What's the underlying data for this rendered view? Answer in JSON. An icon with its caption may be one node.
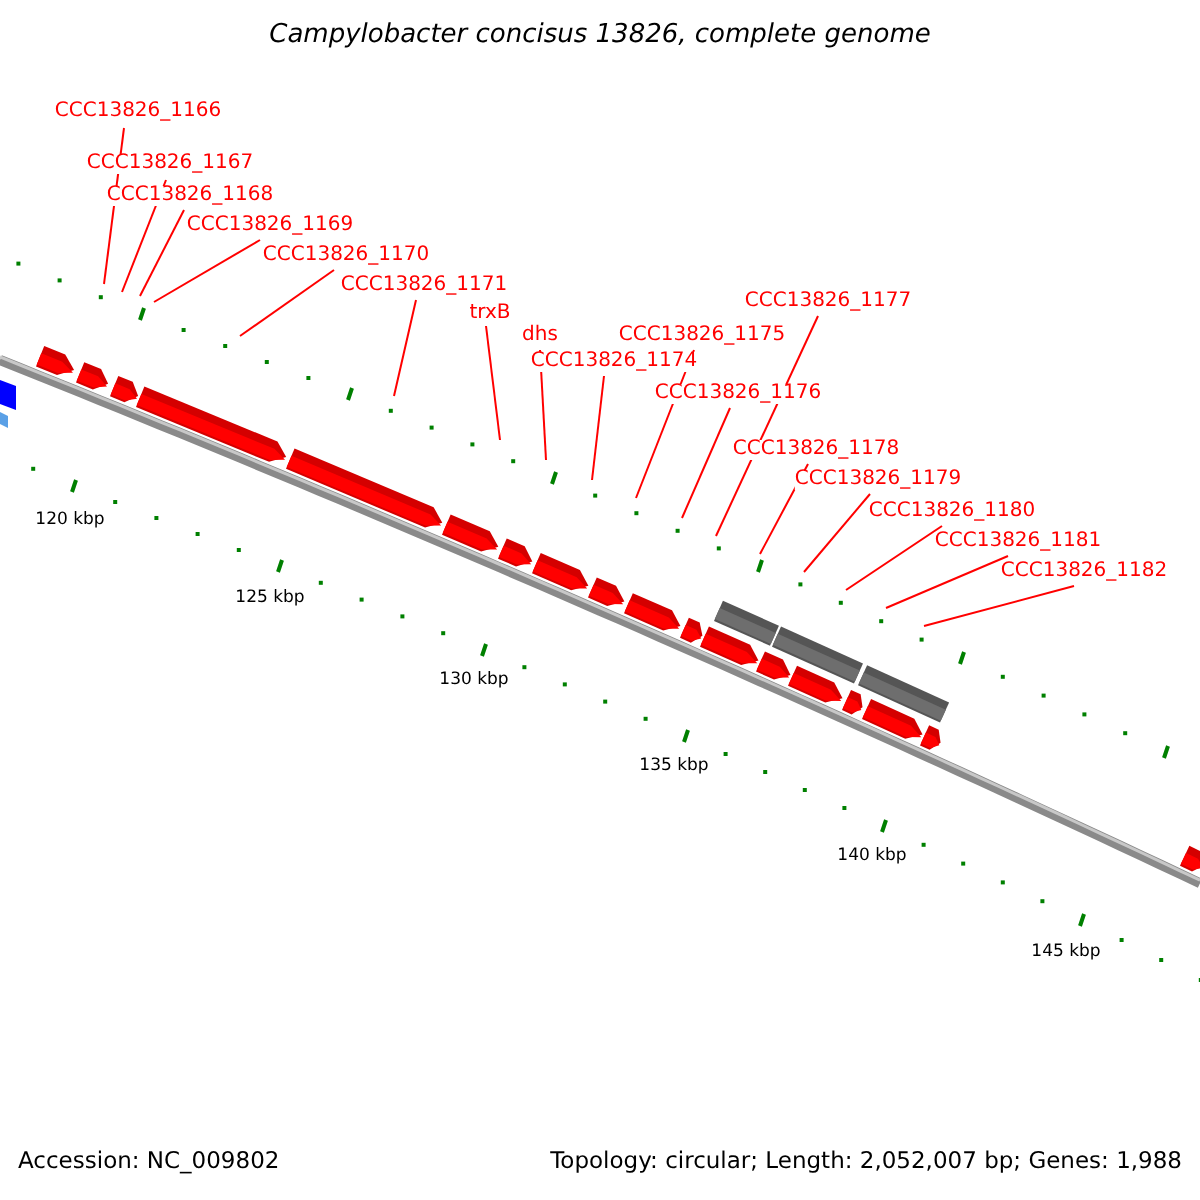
{
  "diagram": {
    "title": "Campylobacter concisus 13826, complete genome",
    "nodes": [
      {
        "text": [
          "CCC13826_1166"
        ]
      },
      {
        "text": [
          "CCC13826_1167"
        ]
      },
      {
        "text": [
          "CCC13826_1168"
        ]
      },
      {
        "text": [
          "CCC13826_1169"
        ]
      },
      {
        "text": [
          "CCC13826_1170"
        ]
      },
      {
        "text": [
          "CCC13826_1171"
        ]
      },
      {
        "text": [
          "trxB"
        ]
      },
      {
        "text": [
          "dhs"
        ]
      },
      {
        "text": [
          "CCC13826_1174"
        ]
      },
      {
        "text": [
          "CCC13826_1175"
        ]
      },
      {
        "text": [
          "CCC13826_1176"
        ]
      },
      {
        "text": [
          "CCC13826_1177"
        ]
      },
      {
        "text": [
          "CCC13826_1178"
        ]
      },
      {
        "text": [
          "CCC13826_1179"
        ]
      },
      {
        "text": [
          "CCC13826_1180"
        ]
      },
      {
        "text": [
          "CCC13826_1181"
        ]
      },
      {
        "text": [
          "CCC13826_1182"
        ]
      }
    ],
    "edges": [
      {
        "from": 0,
        "to": null,
        "arrow": "none"
      },
      {
        "from": 1,
        "to": null,
        "arrow": "none"
      },
      {
        "from": 2,
        "to": null,
        "arrow": "none"
      },
      {
        "from": 3,
        "to": null,
        "arrow": "none"
      },
      {
        "from": 4,
        "to": null,
        "arrow": "none"
      },
      {
        "from": 5,
        "to": null,
        "arrow": "none"
      },
      {
        "from": 6,
        "to": null,
        "arrow": "none"
      },
      {
        "from": 7,
        "to": null,
        "arrow": "none"
      },
      {
        "from": 8,
        "to": null,
        "arrow": "none"
      },
      {
        "from": 9,
        "to": null,
        "arrow": "none"
      },
      {
        "from": 10,
        "to": null,
        "arrow": "none"
      },
      {
        "from": 11,
        "to": null,
        "arrow": "none"
      },
      {
        "from": 12,
        "to": null,
        "arrow": "none"
      },
      {
        "from": 13,
        "to": null,
        "arrow": "none"
      },
      {
        "from": 14,
        "to": null,
        "arrow": "none"
      },
      {
        "from": 15,
        "to": null,
        "arrow": "none"
      },
      {
        "from": 16,
        "to": null,
        "arrow": "none"
      }
    ],
    "labels": [
      "120 kbp",
      "125 kbp",
      "130 kbp",
      "135 kbp",
      "140 kbp",
      "145 kbp",
      "Accession: NC_009802",
      "Topology: circular; Length: 2,052,007 bp; Genes: 1,988"
    ]
  }
}
